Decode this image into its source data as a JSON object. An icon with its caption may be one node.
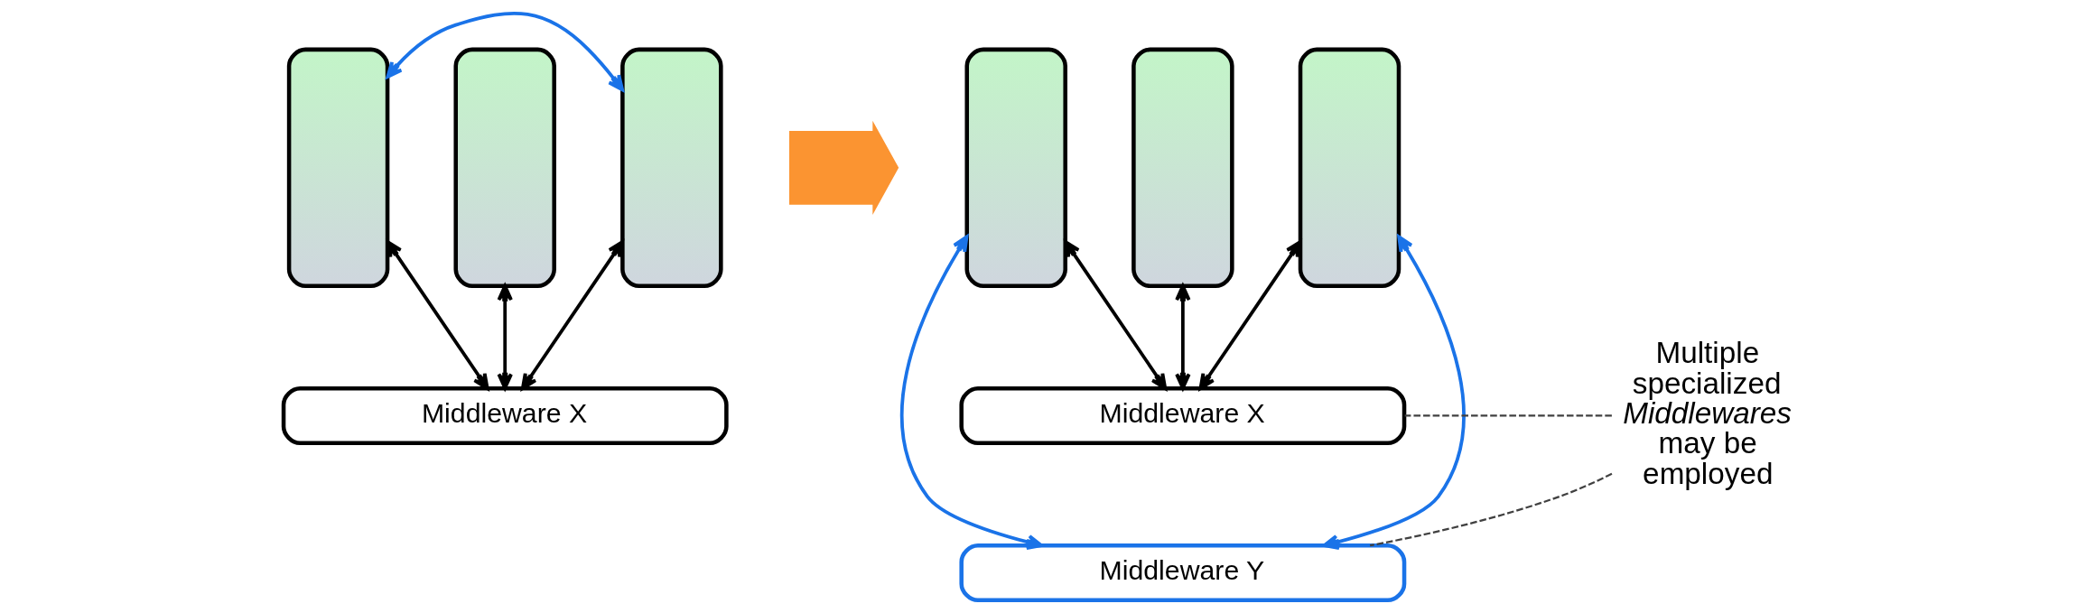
{
  "diagram": {
    "nodes": [
      {
        "text": [],
        "shape": "box"
      },
      {
        "text": [],
        "shape": "box"
      },
      {
        "text": [],
        "shape": "box"
      },
      {
        "text": [
          "Middleware X"
        ]
      },
      {
        "text": [],
        "shape": "arrow"
      },
      {
        "text": [],
        "shape": "box"
      },
      {
        "text": [],
        "shape": "box"
      },
      {
        "text": [],
        "shape": "box"
      },
      {
        "text": [
          "Middleware X"
        ]
      },
      {
        "text": [
          "Middleware Y"
        ]
      },
      {
        "text": [
          "Multiple specialized *Middlewares* may be employed"
        ]
      }
    ],
    "edges": [
      {
        "from": 0,
        "to": 2,
        "arrow": "both",
        "color": "#1a73e8"
      },
      {
        "from": 0,
        "to": 3,
        "arrow": "both"
      },
      {
        "from": 1,
        "to": 3,
        "arrow": "both"
      },
      {
        "from": 2,
        "to": 3,
        "arrow": "both"
      },
      {
        "from": 5,
        "to": 8,
        "arrow": "both"
      },
      {
        "from": 6,
        "to": 8,
        "arrow": "both"
      },
      {
        "from": 7,
        "to": 8,
        "arrow": "both"
      },
      {
        "from": 5,
        "to": 9,
        "arrow": "both",
        "color": "#1a73e8"
      },
      {
        "from": 7,
        "to": 9,
        "arrow": "both",
        "color": "#1a73e8"
      },
      {
        "from": 10,
        "to": 8,
        "arrow": "none",
        "style": "dashed",
        "color": "#404040"
      },
      {
        "from": 10,
        "to": 9,
        "arrow": "none",
        "style": "dashed",
        "color": "#404040"
      }
    ]
  }
}
